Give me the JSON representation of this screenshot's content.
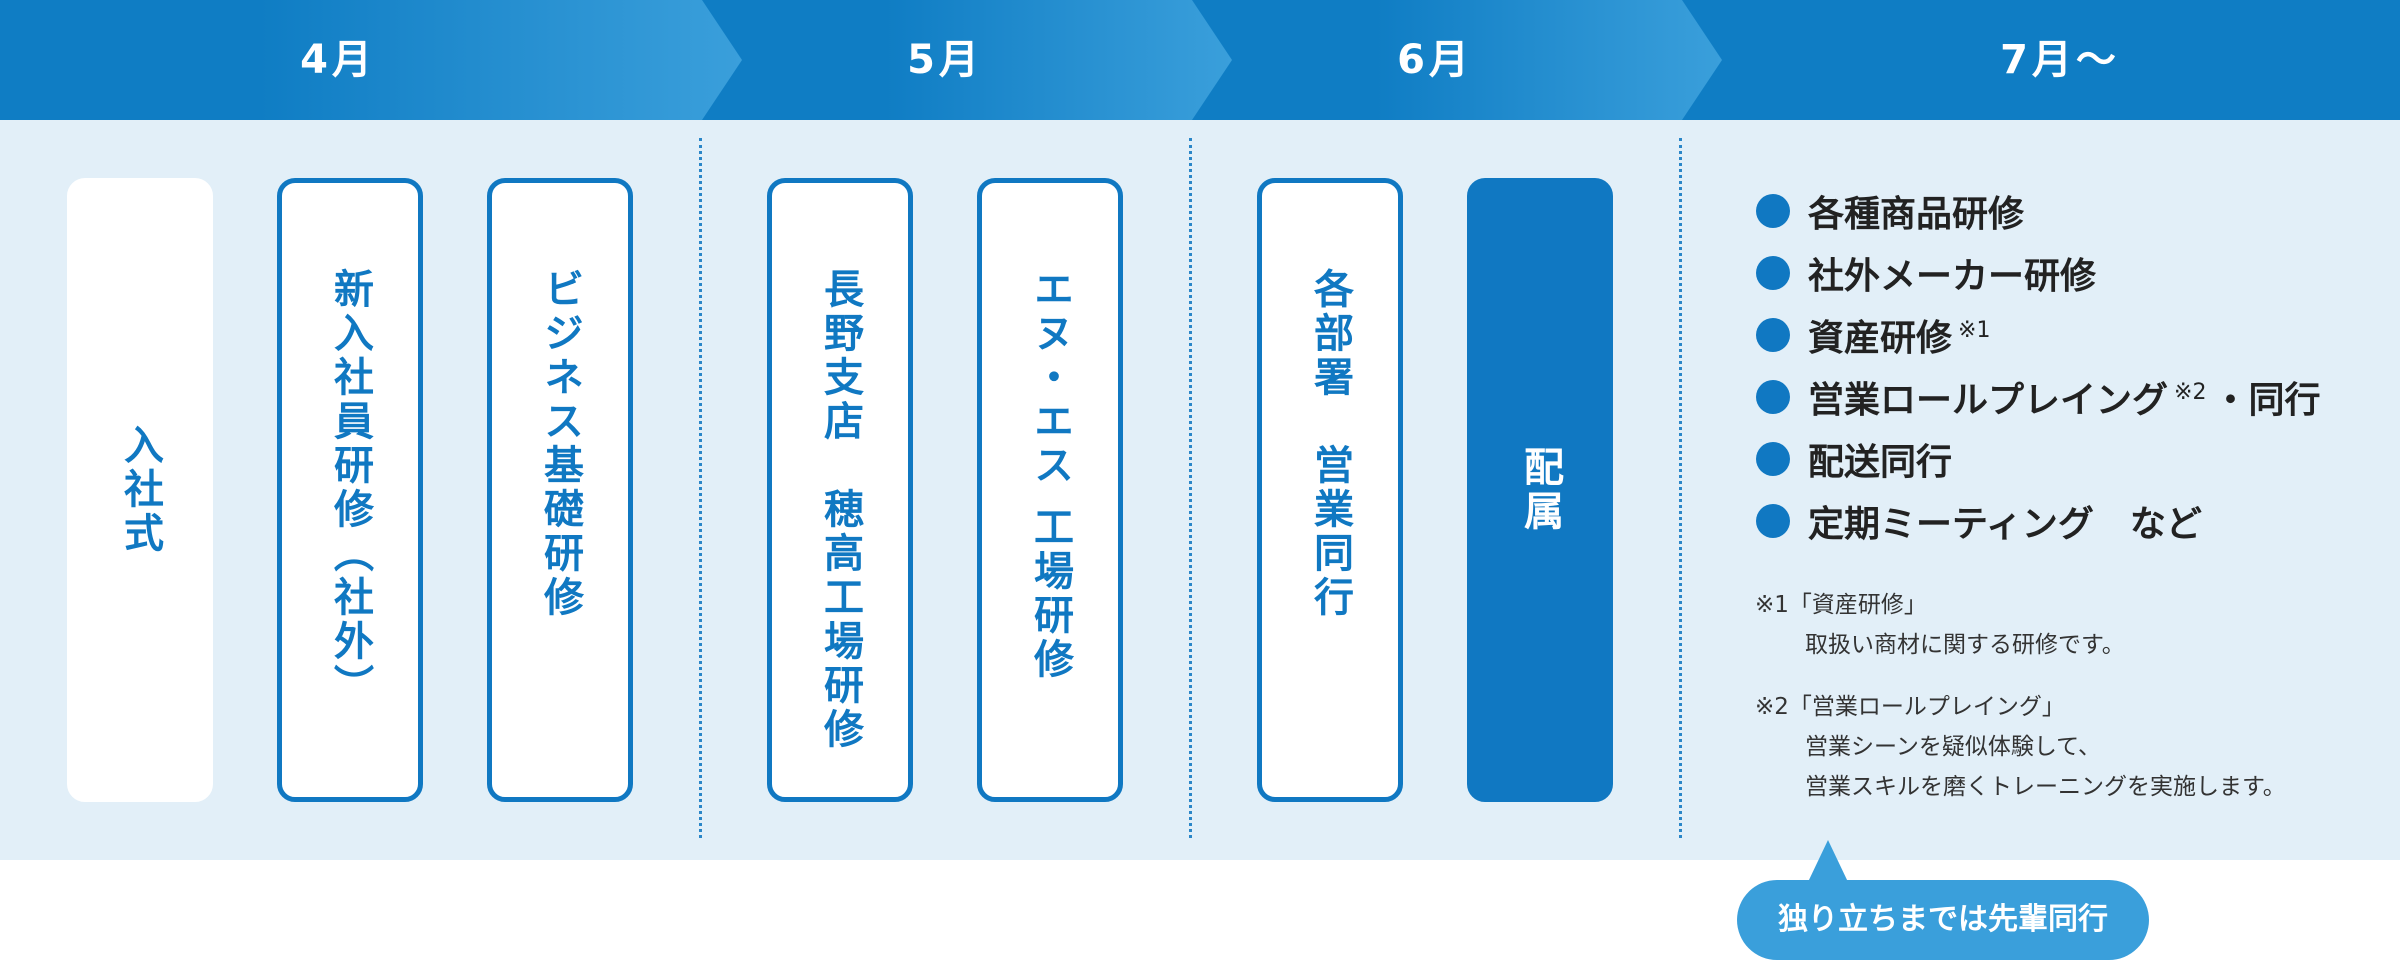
{
  "months": [
    "4月",
    "5月",
    "6月",
    "7月〜"
  ],
  "boxes": [
    {
      "label": "入社式",
      "style": "plain"
    },
    {
      "label": "新入社員研修（社外）",
      "style": "outline"
    },
    {
      "label": "ビジネス基礎研修",
      "style": "outline"
    },
    {
      "label": "長野支店　穂高工場研修",
      "style": "outline"
    },
    {
      "label": "エヌ・エス 工場研修",
      "style": "outline"
    },
    {
      "label": "各部署　営業同行",
      "style": "outline"
    },
    {
      "label": "配属",
      "style": "filled"
    }
  ],
  "list": [
    {
      "text": "各種商品研修"
    },
    {
      "text": "社外メーカー研修"
    },
    {
      "text": "資産研修",
      "note": "※1"
    },
    {
      "text": "営業ロールプレイング",
      "note": "※2",
      "suffix": "・同行"
    },
    {
      "text": "配送同行"
    },
    {
      "text": "定期ミーティング　など"
    }
  ],
  "notes": [
    {
      "title": "※1「資産研修」",
      "lines": [
        "取扱い商材に関する研修です。"
      ]
    },
    {
      "title": "※2「営業ロールプレイング」",
      "lines": [
        "営業シーンを疑似体験して、",
        "営業スキルを磨くトレーニングを実施します。"
      ]
    }
  ],
  "bubble": "独り立ちまでは先輩同行",
  "colors": {
    "primary": "#1078c2",
    "light": "#3a9fdb",
    "background": "#e2eff8"
  }
}
